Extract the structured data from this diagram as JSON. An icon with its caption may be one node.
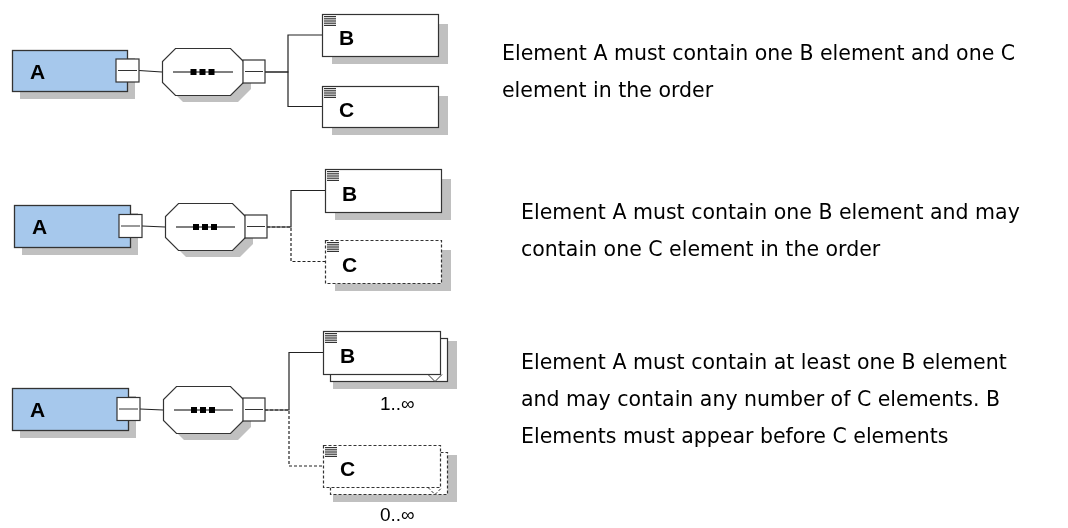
{
  "diagram": {
    "nodes": [
      {
        "text": [
          "A"
        ]
      },
      {
        "text": [],
        "shape": "octagon"
      },
      {
        "text": [
          "B"
        ]
      },
      {
        "text": [
          "C"
        ]
      },
      {
        "text": [
          "A"
        ]
      },
      {
        "text": [],
        "shape": "octagon"
      },
      {
        "text": [
          "B"
        ]
      },
      {
        "text": [
          "C"
        ]
      },
      {
        "text": [
          "A"
        ]
      },
      {
        "text": [],
        "shape": "octagon"
      },
      {
        "text": [
          "B"
        ],
        "beside": [
          "1..∞"
        ]
      },
      {
        "text": [
          "C"
        ],
        "beside": [
          "0..∞"
        ]
      }
    ],
    "edges": [
      {
        "from": 0,
        "to": 1,
        "arrow": "none"
      },
      {
        "from": 1,
        "to": 2,
        "arrow": "none"
      },
      {
        "from": 1,
        "to": 3,
        "arrow": "none"
      },
      {
        "from": 4,
        "to": 5,
        "arrow": "none"
      },
      {
        "from": 5,
        "to": 6,
        "arrow": "none"
      },
      {
        "from": 5,
        "to": 7,
        "arrow": "none",
        "style": "dashed"
      },
      {
        "from": 8,
        "to": 9,
        "arrow": "none"
      },
      {
        "from": 9,
        "to": 10,
        "arrow": "none"
      },
      {
        "from": 9,
        "to": 11,
        "arrow": "none",
        "style": "dashed"
      }
    ],
    "labels": [
      "Element A must contain one B element and one C element in the order",
      "Element A must contain one B element and may contain one C element in the order",
      "Element A must contain at least one B element and may contain any number of C elements. B Elements must appear before C elements"
    ]
  }
}
